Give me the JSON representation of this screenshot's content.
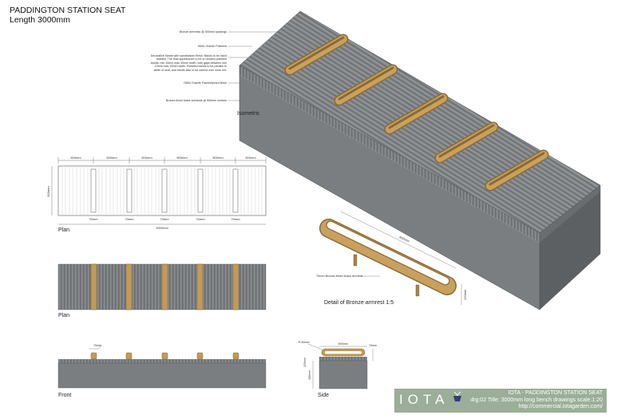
{
  "title": {
    "line1": "PADDINGTON STATION SEAT",
    "line2": "Length 3000mm"
  },
  "labels": {
    "isometric": "Isometric",
    "plan_top": "Plan",
    "plan_bottom": "Plan",
    "front": "Front",
    "side": "Side",
    "detail": "Detail of Bronze armrest 1:5"
  },
  "annotations": {
    "armrest_spacing": "Bronze armrests @ 500mm spacings",
    "granite_polished": "G654 Granite Polished",
    "decorative_bands": "Decorative bands with sandblasted finish. Bands to be hand blasted. The final appearance to be of random polished bands, min 10mm max 30mm width, with gaps between min 10mm max 30mm width. Polished bands to be parallel to width of seat, and bands also to be carried over ends m/r.",
    "granite_flamed": "G654 Granite Flamed/pined finish",
    "armrest_centres": "Bronze-finish brass armrests @ 500mm centres",
    "armrest_detail": "70mm Bronze-finish brass armrest"
  },
  "dimensions": {
    "plan_spacing": [
      "500mm",
      "500mm",
      "500mm",
      "500mm",
      "500mm",
      "500mm"
    ],
    "plan_armrest": [
      "70mm",
      "70mm",
      "70mm",
      "70mm",
      "70mm"
    ],
    "plan_total": "3000mm",
    "plan_depth": "600mm",
    "detail_length": "600mm",
    "detail_height": "120mm",
    "front_armrest": "70mm",
    "side_radius": "R 60mm",
    "side_width": "600mm",
    "side_top": "70mm",
    "side_height": "450mm",
    "side_left": "120mm"
  },
  "title_block": {
    "logo": "IOTA",
    "line1": "IOTA - PADDINGTON STATION SEAT",
    "line2": "drg:02 Title: 3000mm long bench drawings  scale:1:20",
    "line3": "http://commercial.iotagarden.com/"
  },
  "colors": {
    "granite": "#808284",
    "bronze": "#c9a15e",
    "titleblock": "#9aae98"
  }
}
